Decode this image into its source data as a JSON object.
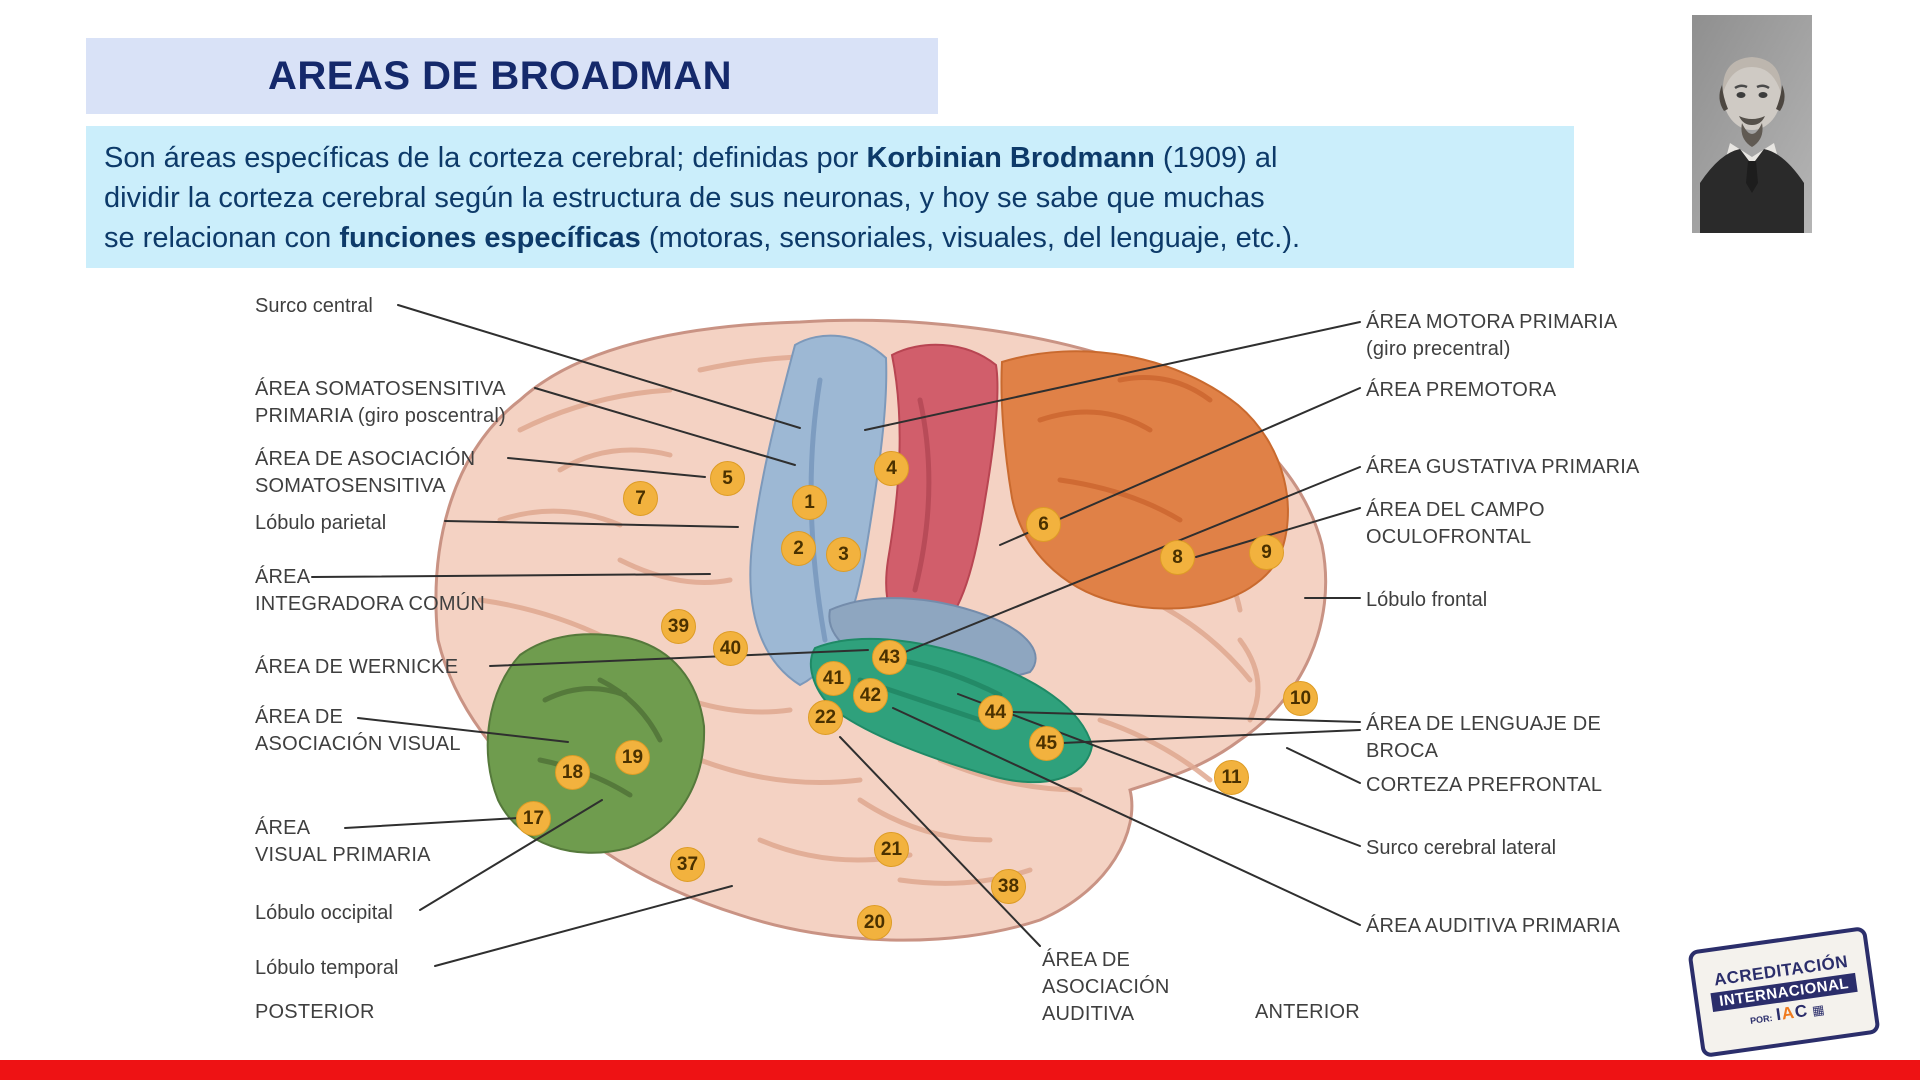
{
  "slide": {
    "title": "AREAS DE BROADMAN",
    "intro_line1_pre": "Son áreas específicas de la corteza cerebral; definidas por ",
    "intro_line1_bold": "Korbinian Brodmann",
    "intro_line1_post": " (1909) al",
    "intro_line2": "dividir la corteza cerebral según la estructura de sus neuronas, y hoy se sabe que muchas",
    "intro_line3_pre": "se relacionan con ",
    "intro_line3_bold": "funciones específicas",
    "intro_line3_post": " (motoras, sensoriales, visuales, del lenguaje, etc.)."
  },
  "diagram": {
    "labels_left": [
      "Surco central",
      "ÁREA SOMATOSENSITIVA\nPRIMARIA (giro poscentral)",
      "ÁREA DE ASOCIACIÓN\nSOMATOSENSITIVA",
      "Lóbulo parietal",
      "ÁREA\nINTEGRADORA COMÚN",
      "ÁREA DE WERNICKE",
      "ÁREA DE\nASOCIACIÓN VISUAL",
      "ÁREA\nVISUAL PRIMARIA",
      "Lóbulo occipital",
      "Lóbulo temporal",
      "POSTERIOR"
    ],
    "labels_right": [
      "ÁREA MOTORA PRIMARIA\n(giro precentral)",
      "ÁREA PREMOTORA",
      "ÁREA GUSTATIVA PRIMARIA",
      "ÁREA DEL CAMPO\nOCULOFRONTAL",
      "Lóbulo frontal",
      "ÁREA DE LENGUAJE DE\nBROCA",
      "CORTEZA PREFRONTAL",
      "Surco cerebral lateral",
      "ÁREA AUDITIVA PRIMARIA",
      "ANTERIOR"
    ],
    "label_bottom_center": "ÁREA DE\nASOCIACIÓN\nAUDITIVA",
    "badges": [
      "1",
      "2",
      "3",
      "4",
      "5",
      "6",
      "7",
      "8",
      "9",
      "10",
      "11",
      "17",
      "18",
      "19",
      "20",
      "21",
      "22",
      "37",
      "38",
      "39",
      "40",
      "41",
      "42",
      "43",
      "44",
      "45"
    ]
  },
  "stamp": {
    "line1": "ACREDITACIÓN",
    "line2": "INTERNACIONAL",
    "por": "POR:",
    "org_1": "I",
    "org_2": "A",
    "org_3": "C",
    "qr_glyph": "▦"
  },
  "colors": {
    "title_bg": "#d9e2f7",
    "title_text": "#15296b",
    "intro_bg": "#cbeefb",
    "intro_text": "#0d3a69",
    "red_bar": "#ee1214",
    "badge_fill": "#f2b23e",
    "badge_text": "#4a3100",
    "region_postcentral_blue": "#9db8d4",
    "region_precentral_red": "#d15e6b",
    "region_frontal_orange": "#e08147",
    "region_occipital_green": "#6f9c4e",
    "region_auditory_teal": "#2fa17c",
    "brain_flesh": "#f4d2c3"
  }
}
